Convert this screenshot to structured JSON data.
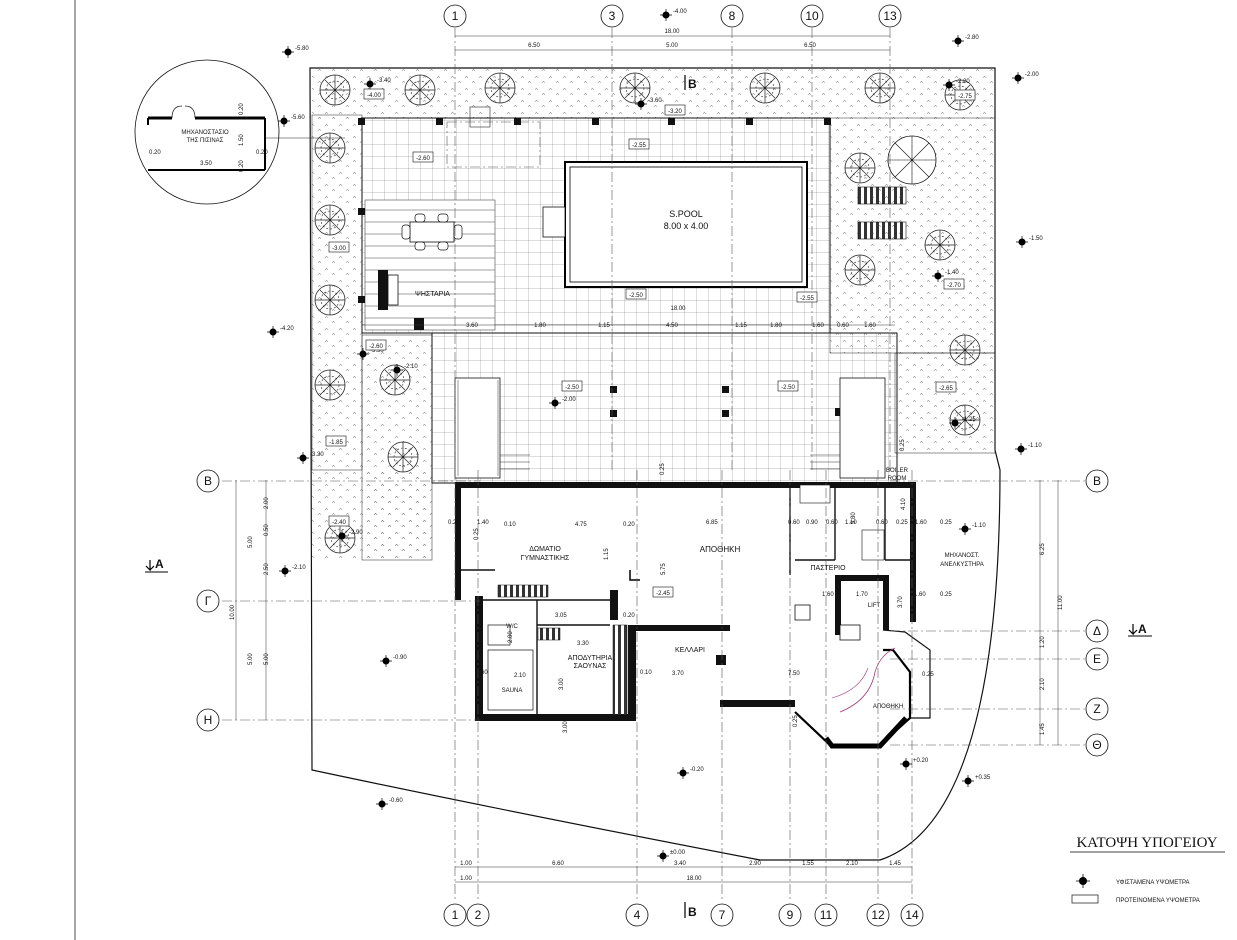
{
  "drawing_title": "ΚΑΤΟΨΗ ΥΠΟΓΕΙΟΥ",
  "legend": {
    "existing_levels": "ΥΦΙΣΤΑΜΕΝΑ ΥΨΟΜΕΤΡΑ",
    "proposed_levels": "ΠΡΟΤΕΙΝΟΜΕΝΑ ΥΨΟΜΕΤΡΑ"
  },
  "grid_top": [
    "1",
    "3",
    "8",
    "10",
    "13"
  ],
  "grid_bottom": [
    "1",
    "2",
    "4",
    "7",
    "9",
    "11",
    "12",
    "14"
  ],
  "grid_left": [
    "Β",
    "Γ",
    "Η"
  ],
  "grid_right": [
    "Β",
    "Δ",
    "Ε",
    "Ζ",
    "Θ"
  ],
  "section_marks": {
    "a": "A",
    "b": "B"
  },
  "rooms": {
    "pool": "S.POOL",
    "pool_size": "8.00 x 4.00",
    "pergola": "ΨΗΣΤΑΡΙΑ",
    "gym_1": "ΔΩΜΑΤΙΟ",
    "gym_2": "ΓΥΜΝΑΣΤΙΚΗΣ",
    "storage": "ΑΠΟΘΗΚΗ",
    "pastry": "ΠΑΣΤΕΡΙΟ",
    "boiler_1": "BOILER",
    "boiler_2": "ROOM",
    "machine_1": "ΜΗΧΑΝΟΣΤ.",
    "machine_2": "ΑΝΕΛΚΥΣΤΗΡΑ",
    "lift": "LIFT",
    "wc": "W/C",
    "changing_1": "ΑΠΟΔΥΤΗΡΙΑ",
    "changing_2": "ΣΑΟΥΝΑΣ",
    "cellar": "ΚΕΛΛΑΡΙ",
    "sauna": "SAUNA",
    "storage_2": "ΑΠΟΘΗΚΗ",
    "pool_engine_1": "ΜΗΧΑΝΟΣΤΑΣΙΟ",
    "pool_engine_2": "ΤΗΣ ΠΙΣΙΝΑΣ"
  },
  "top_dims": [
    "6.50",
    "5.00",
    "6.50"
  ],
  "top_total": "18.00",
  "bottom_dims": [
    "1.00",
    "6.60",
    "3.40",
    "2.90",
    "1.55",
    "2.10",
    "1.45"
  ],
  "bottom_first": "1.00",
  "bottom_total": "18.00",
  "left_dims": [
    "2.00",
    "0.50",
    "2.50",
    "5.00",
    "5.00"
  ],
  "left_groups": [
    "5.00",
    "10.00"
  ],
  "right_dims": [
    "6.25",
    "1.20",
    "2.10",
    "1.45"
  ],
  "right_total": "11.00",
  "pool_row_dims": [
    "3.60",
    "1.80",
    "1.15",
    "4.50",
    "1.15",
    "1.80",
    "1.60",
    "0.60",
    "1.60"
  ],
  "pool_row_total": "18.00",
  "interior_dims": [
    "0.25",
    "1.40",
    "0.10",
    "4.75",
    "0.20",
    "6.85",
    "0.60",
    "0.90",
    "0.60",
    "1.10",
    "0.60",
    "0.25",
    "1.60",
    "0.25",
    "5.75",
    "0.25",
    "3.05",
    "3.30",
    "3.70",
    "7.50",
    "3.80",
    "2.10",
    "3.00",
    "0.20",
    "0.10",
    "1.60",
    "1.70",
    "3.70",
    "1.60",
    "0.25",
    "0.25",
    "2.00",
    "3.00",
    "0.25",
    "4.10",
    "0.60",
    "0.25",
    "0.25",
    "1.15"
  ],
  "existing_levels": [
    "-5.80",
    "-5.60",
    "-4.00",
    "-3.60",
    "-3.40",
    "-2.80",
    "-2.00",
    "-2.20",
    "-1.50",
    "-1.40",
    "-1.25",
    "-1.10",
    "-1.10",
    "-2.10",
    "-0.90",
    "-0.20",
    "±0.00",
    "-0.60",
    "+0.20",
    "+0.35",
    "-4.20",
    "-3.30",
    "-3.50",
    "-2.10",
    "-2.00",
    "-2.90"
  ],
  "proposed_levels": [
    "-4.00",
    "-3.20",
    "-2.60",
    "-2.55",
    "-2.50",
    "-2.55",
    "-2.50",
    "-2.50",
    "-2.75",
    "-2.70",
    "-2.65",
    "-3.00",
    "-2.60",
    "-1.85",
    "-2.40",
    "-2.45"
  ],
  "inset_dims": [
    "3.50",
    "0.20",
    "0.20",
    "0.20",
    "1.50",
    "0.20"
  ]
}
